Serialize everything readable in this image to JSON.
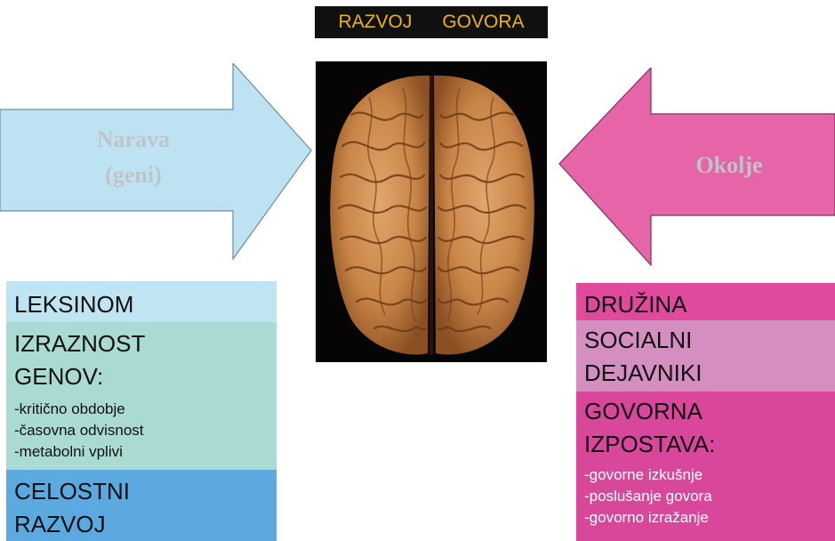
{
  "title": {
    "word1": "RAZVOJ",
    "word2": "GOVORA"
  },
  "left_arrow": {
    "line1": "Narava",
    "line2": "(geni)"
  },
  "right_arrow": {
    "label": "Okolje"
  },
  "left_panel": {
    "leksinom": "LEKSINOM",
    "izraznost_1": "IZRAZNOST",
    "izraznost_2": "GENOV:",
    "bullets": [
      "-kritično obdobje",
      "-časovna odvisnost",
      "-metabolni vplivi"
    ],
    "celostni_1": "CELOSTNI",
    "celostni_2": "RAZVOJ"
  },
  "right_panel": {
    "druzina": "DRUŽINA",
    "socialni_1": "SOCIALNI",
    "socialni_2": "DEJAVNIKI",
    "govorna_1": "GOVORNA",
    "govorna_2": "IZPOSTAVA:",
    "bullets": [
      "-govorne izkušnje",
      "-poslušanje govora",
      "-govorno izražanje"
    ]
  },
  "colors": {
    "left_arrow": "#bde3f3",
    "right_arrow": "#e565a8",
    "leksinom_bg": "#bfe4f2",
    "izraznost_bg": "#a9dbd3",
    "celostni_bg": "#5ca9e0",
    "druzina_bg": "#e04a9d",
    "socialni_bg": "#d58ec0",
    "govorna_bg": "#d9479a",
    "title_text": "#f0b200"
  }
}
